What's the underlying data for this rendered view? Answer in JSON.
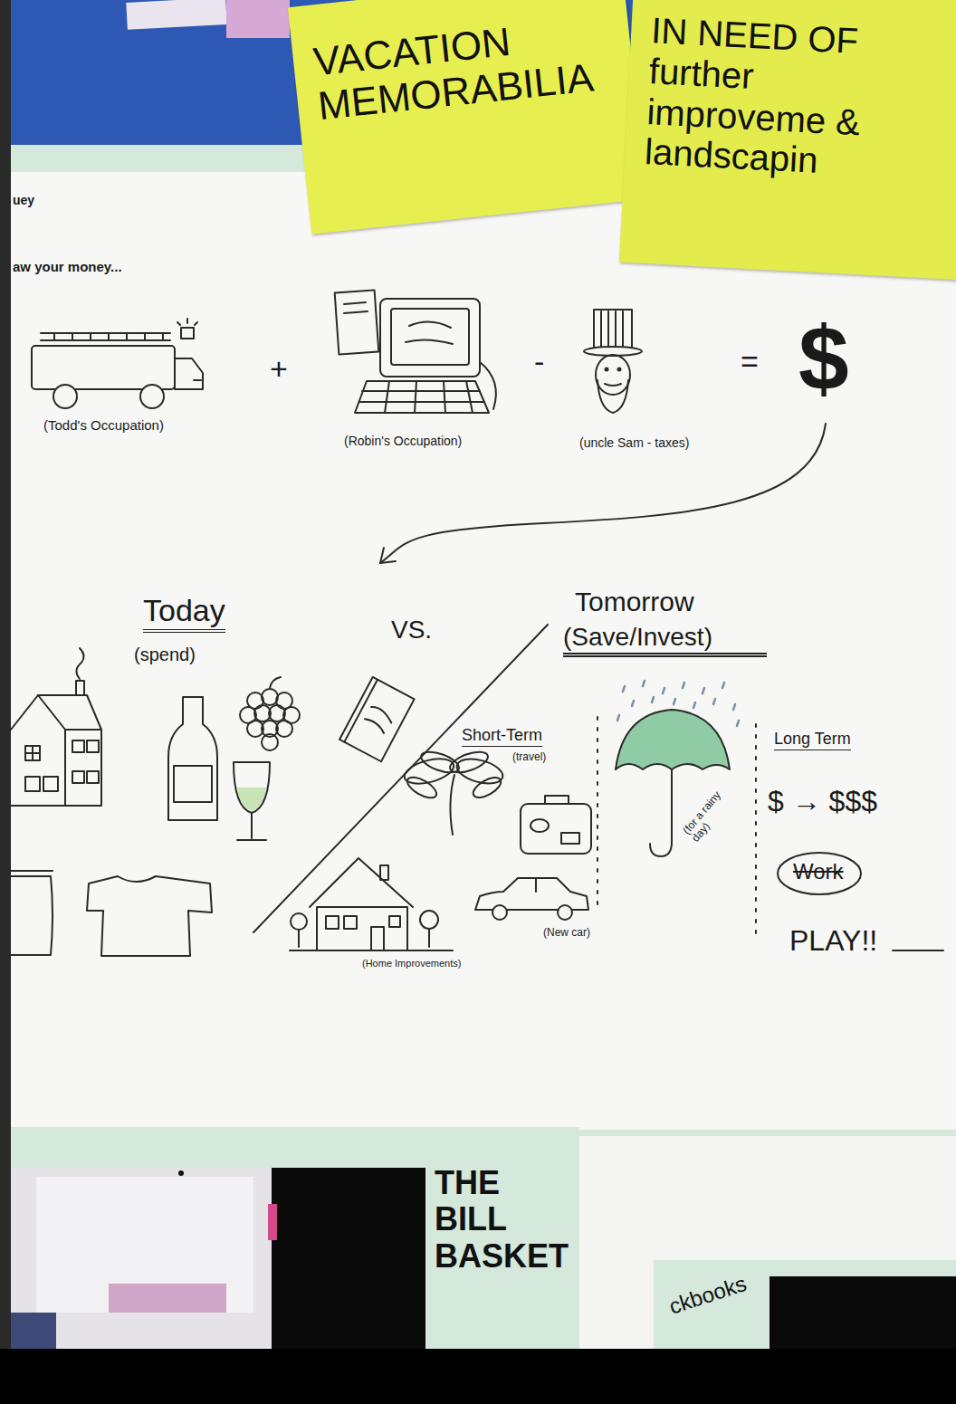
{
  "diagram": {
    "nodes": [
      {
        "text": [
          "VACATION MEMORABILIA"
        ]
      },
      {
        "text": [
          "IN NEED OF further improveme & landscapin"
        ]
      },
      {
        "text": [
          "THE BILL BASKET"
        ]
      },
      {
        "text": [
          "ckbooks"
        ]
      }
    ],
    "labels": [
      "uey",
      "aw your money...",
      "+",
      "-",
      "=",
      "$",
      "(Todd's Occupation)",
      "(Robin's Occupation)",
      "(uncle Sam - taxes)",
      "Today",
      "(spend)",
      "VS.",
      "Tomorrow",
      "(Save/Invest)",
      "Short-Term",
      "(travel)",
      "(for a rainy day)",
      "Long Term",
      "$ → $$$",
      "Work",
      "PLAY!!",
      "(Home Improvements)",
      "(New car)"
    ]
  }
}
